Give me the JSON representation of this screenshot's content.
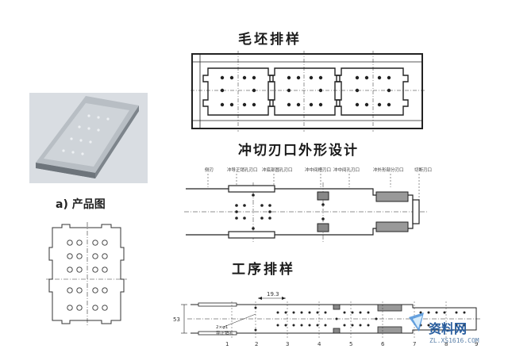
{
  "titles": {
    "blank_layout": "毛坯排样",
    "punch_edge_design": "冲切刃口外形设计",
    "process_layout": "工序排样"
  },
  "product_caption": "a) 产品图",
  "punch_labels": [
    "侧刃",
    "冲导正销孔刃口",
    "冲底部圆孔刃口",
    "冲中间槽刃口",
    "冲中间孔刃口",
    "冲外形部分刃口",
    "切断刃口"
  ],
  "process": {
    "dimension_pitch": "19.3",
    "dimension_width": "53",
    "hole_note": "2×φ1",
    "hole_note2": "导正销孔",
    "stations": [
      "1",
      "2",
      "3",
      "4",
      "5",
      "6",
      "7",
      "8",
      "9"
    ]
  },
  "watermark": {
    "brand": "资料网",
    "url": "ZL.XS1616.COM"
  }
}
